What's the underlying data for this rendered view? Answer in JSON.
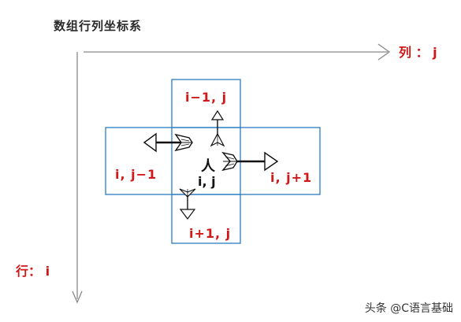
{
  "title": "数组行列坐标系",
  "axes": {
    "column_label": "列 ： j",
    "row_label": "行： i"
  },
  "cells": {
    "up": "i−1, j",
    "left": "i, j−1",
    "right": "i, j+1",
    "down": "i+1, j",
    "center_person": "人",
    "center_index": "i, j"
  },
  "watermark": "头条 @C语言基础",
  "colors": {
    "box_stroke": "#2b7bbf",
    "label_red": "#d01818",
    "axis_gray": "#888888",
    "arrow_black": "#111111"
  }
}
